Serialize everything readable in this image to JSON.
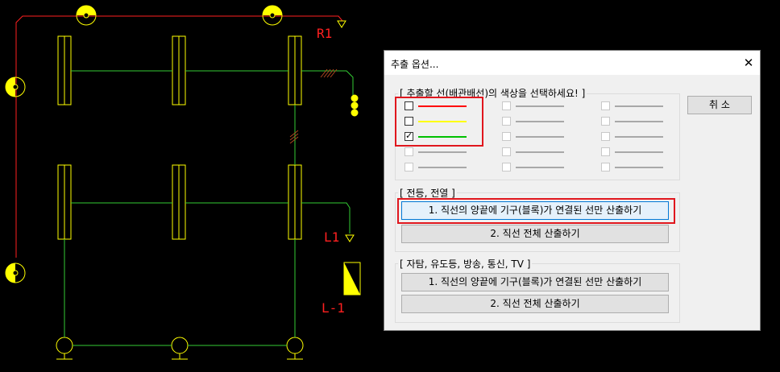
{
  "cad": {
    "label_r1": "R1",
    "label_l1": "L1",
    "label_l_1": "L-1",
    "colors": {
      "red": "#ff2020",
      "yellow": "#ffff00",
      "green": "#33cc33",
      "wire_mark": "#a04020"
    }
  },
  "dialog": {
    "title": "추출 옵션...",
    "close_glyph": "✕",
    "cancel_label": "취 소",
    "color_group_label": "[ 추출할 선(배관배선)의 색상을 선택하세요! ]",
    "color_options": [
      {
        "color": "#ff0000",
        "checked": false,
        "enabled": true
      },
      {
        "color": "#ffff00",
        "checked": false,
        "enabled": true
      },
      {
        "color": "#00c000",
        "checked": true,
        "enabled": true
      }
    ],
    "check_glyph": "✓",
    "lighting_group_label": "[ 전등, 전열 ]",
    "lighting_btn1": "1. 직선의 양끝에 기구(블록)가 연결된 선만 산출하기",
    "lighting_btn2": "2. 직선 전체 산출하기",
    "comm_group_label": "[ 자탐, 유도등, 방송, 통신, TV ]",
    "comm_btn1": "1. 직선의 양끝에 기구(블록)가 연결된 선만 산출하기",
    "comm_btn2": "2. 직선 전체 산출하기",
    "highlight_color": "#e0161d"
  }
}
